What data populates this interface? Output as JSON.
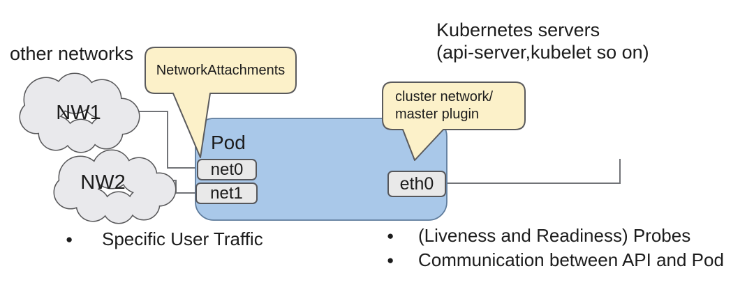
{
  "colors": {
    "text": "#1c1c1c",
    "pod_fill": "#a9c8e9",
    "pod_stroke": "#5f7c9c",
    "cloud_fill": "#e9e9ec",
    "cloud_stroke": "#58585a",
    "bubble_fill": "#fcf1c9",
    "bubble_stroke": "#5a5a5c",
    "box_fill": "#e9e9e9",
    "box_stroke": "#56575b",
    "line": "#717377"
  },
  "labels": {
    "other_networks": "other networks",
    "kubernetes_servers": {
      "line1": "Kubernetes servers",
      "line2": "(api-server,kubelet so on)"
    },
    "pod": "Pod"
  },
  "clouds": [
    {
      "label": "NW1"
    },
    {
      "label": "NW2"
    }
  ],
  "interfaces": [
    {
      "label": "net0"
    },
    {
      "label": "net1"
    },
    {
      "label": "eth0"
    }
  ],
  "callouts": {
    "network_attachments": {
      "text": "NetworkAttachments"
    },
    "cluster_network": {
      "line1": "cluster network/",
      "line2": "master plugin"
    }
  },
  "bullets": {
    "left": [
      "Specific User Traffic"
    ],
    "right": [
      "(Liveness and Readiness) Probes",
      "Communication between API and Pod"
    ]
  }
}
